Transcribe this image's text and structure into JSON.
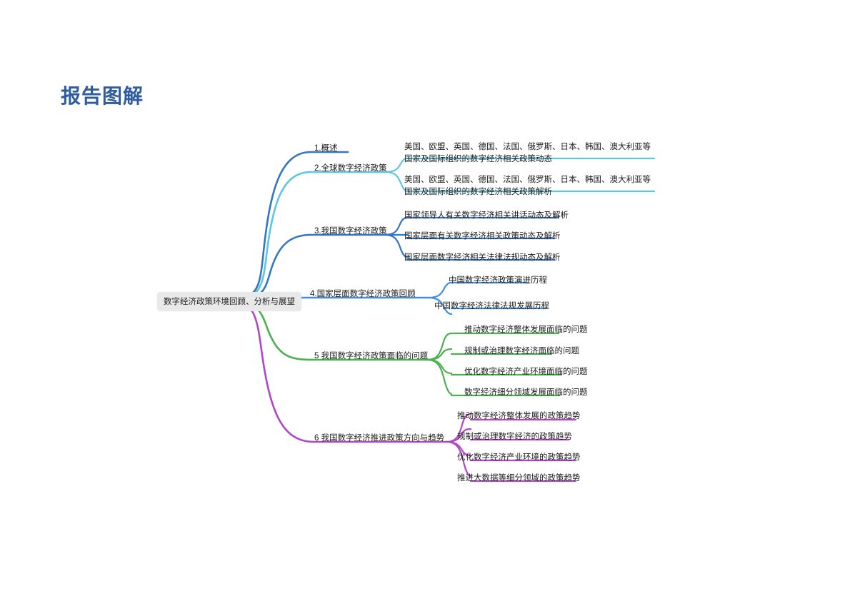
{
  "page": {
    "title": "报告图解",
    "title_color": "#2e5c9e",
    "background": "#ffffff"
  },
  "mindmap": {
    "root": {
      "label": "数字经济政策环境回顾、分析与展望",
      "background": "#e9e9ea",
      "text_color": "#1a1a1a"
    },
    "branches": [
      {
        "id": "branch-1",
        "label": "1.概述",
        "color": "#3277c0",
        "children": []
      },
      {
        "id": "branch-2",
        "label": "2.全球数字经济政策",
        "color": "#5cc6e0",
        "children": [
          {
            "label": "美国、欧盟、英国、德国、法国、俄罗斯、日本、韩国、澳大利亚等国家及国际组织的数字经济相关政策动态"
          },
          {
            "label": "美国、欧盟、英国、德国、法国、俄罗斯、日本、韩国、澳大利亚等国家及国际组织的数字经济相关政策解析"
          }
        ]
      },
      {
        "id": "branch-3",
        "label": "3.我国数字经济政策",
        "color": "#3277c0",
        "children": [
          {
            "label": "国家领导人有关数字经济相关讲话动态及解析"
          },
          {
            "label": "国家层面有关数字经济相关政策动态及解析"
          },
          {
            "label": "国家层面数字经济相关法律法规动态及解析"
          }
        ]
      },
      {
        "id": "branch-4",
        "label": "4.国家层面数字经济政策回顾",
        "color": "#3e8fde",
        "children": [
          {
            "label": "中国数字经济政策演进历程"
          },
          {
            "label": "中国数字经济法律法规发展历程"
          }
        ]
      },
      {
        "id": "branch-5",
        "label": "5 我国数字经济政策面临的问题",
        "color": "#4caf50",
        "children": [
          {
            "label": "推动数字经济整体发展面临的问题"
          },
          {
            "label": "规制或治理数字经济面临的问题"
          },
          {
            "label": "优化数字经济产业环境面临的问题"
          },
          {
            "label": "数字经济细分领域发展面临的问题"
          }
        ]
      },
      {
        "id": "branch-6",
        "label": "6 我国数字经济推进政策方向与趋势",
        "color": "#b146c9",
        "children": [
          {
            "label": "推动数字经济整体发展的政策趋势"
          },
          {
            "label": "规制或治理数字经济的政策趋势"
          },
          {
            "label": "优化数字经济产业环境的政策趋势"
          },
          {
            "label": "推进大数据等细分领域的政策趋势"
          }
        ]
      }
    ]
  }
}
